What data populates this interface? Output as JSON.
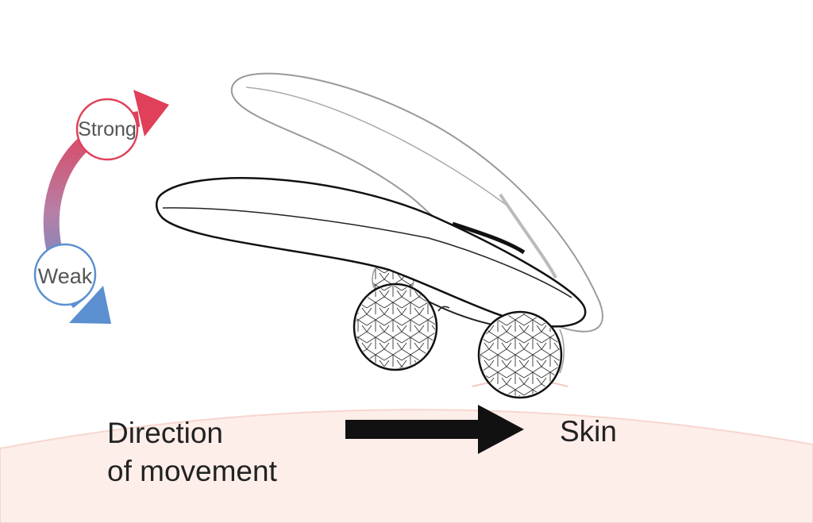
{
  "labels": {
    "strong": "Strong",
    "weak": "Weak",
    "direction_line1": "Direction",
    "direction_line2": "of movement",
    "skin": "Skin"
  },
  "colors": {
    "strong": "#e0405a",
    "weak": "#5b8fd0",
    "skin": "#fdeeea",
    "skin_edge": "#f7d6cf",
    "outline": "#222222",
    "ghost_outline": "#9a9a9a",
    "arrow": "#111111"
  },
  "icons": {
    "intensity": "intensity-arc-arrow-icon",
    "direction": "right-arrow-icon",
    "device": "massager-roller-icon"
  }
}
